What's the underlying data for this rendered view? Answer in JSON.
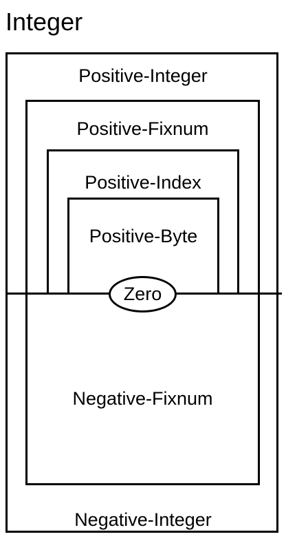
{
  "title": "Integer",
  "labels": {
    "positive_integer": "Positive-Integer",
    "positive_fixnum": "Positive-Fixnum",
    "positive_index": "Positive-Index",
    "positive_byte": "Positive-Byte",
    "zero": "Zero",
    "negative_fixnum": "Negative-Fixnum",
    "negative_integer": "Negative-Integer"
  }
}
